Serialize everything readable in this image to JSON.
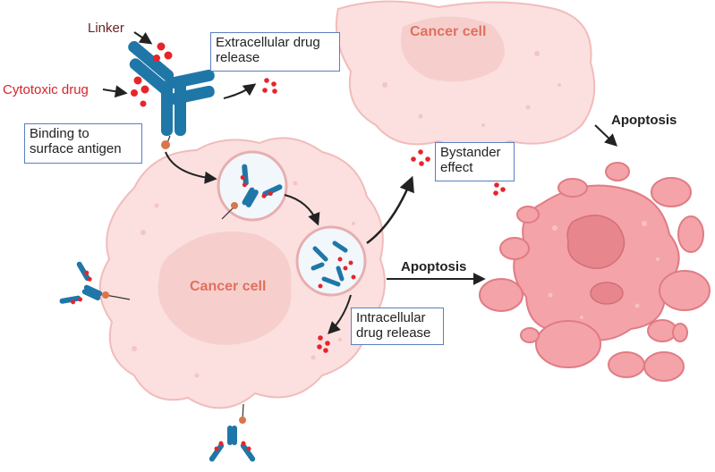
{
  "labels": {
    "linker": "Linker",
    "cytotoxic_drug": "Cytotoxic drug",
    "binding": "Binding to\nsurface antigen",
    "extracellular": "Extracellular drug\nrelease",
    "bystander": "Bystander\neffect",
    "intracellular": "Intracellular\ndrug release",
    "apoptosis_top": "Apoptosis",
    "apoptosis_mid": "Apoptosis",
    "cancer_cell_top": "Cancer cell",
    "cancer_cell_main": "Cancer cell"
  },
  "colors": {
    "cell_fill": "#fbe0df",
    "cell_stroke": "#f1bcbb",
    "nucleus_fill": "#f6cfcc",
    "antibody_blue": "#1f77a8",
    "drug_red": "#e8242b",
    "linker_orange": "#d9764a",
    "apoptotic_fill": "#f4a3a8",
    "apoptotic_stroke": "#e07c84",
    "box_border": "#5b7fbf"
  }
}
